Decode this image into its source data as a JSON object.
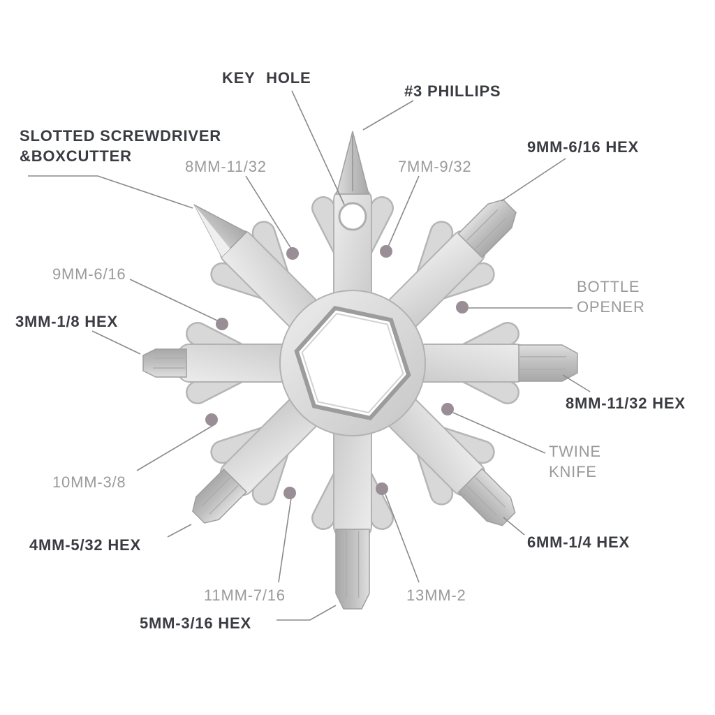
{
  "diagram": {
    "subject": "18-in-1 snowflake multi-tool feature diagram",
    "labels": {
      "key_hole": "KEY HOLE",
      "phillips": "#3 PHILLIPS",
      "slotted_screwdriver_line1": "SLOTTED SCREWDRIVER",
      "slotted_screwdriver_line2": "&BOXCUTTER",
      "wrench_8mm": "8MM-11/32",
      "wrench_7mm": "7MM-9/32",
      "hex_9mm": "9MM-6/16 HEX",
      "wrench_9mm": "9MM-6/16",
      "bottle_opener_line1": "BOTTLE",
      "bottle_opener_line2": "OPENER",
      "hex_3mm": "3MM-1/8 HEX",
      "hex_8mm": "8MM-11/32 HEX",
      "wrench_10mm": "10MM-3/8",
      "twine_knife_line1": "TWINE",
      "twine_knife_line2": "KNIFE",
      "hex_4mm": "4MM-5/32 HEX",
      "hex_6mm": "6MM-1/4 HEX",
      "wrench_11mm": "11MM-7/16",
      "wrench_13mm": "13MM-2",
      "hex_5mm": "5MM-3/16 HEX"
    },
    "colors": {
      "label_dark": "#3a3c42",
      "label_grey": "#9a9a9a",
      "leader_line": "#8a8a8a",
      "marker_dot": "#9a8e96",
      "tool_silver": "#d6d6d6",
      "background": "#ffffff"
    }
  }
}
